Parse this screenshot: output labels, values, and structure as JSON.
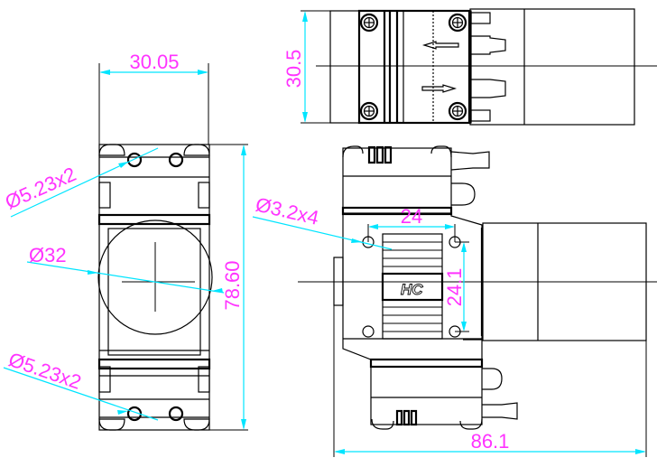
{
  "drawing": {
    "line_color": "#000000",
    "dimension_line_color": "#00e5ff",
    "dimension_text_color": "#ff33ff",
    "views": {
      "top_view": {
        "dimensions": {
          "height": "30.5"
        }
      },
      "front_view": {
        "dimensions": {
          "width": "30.05",
          "height": "78.60",
          "top_holes": "Ø5.23x2",
          "bottom_holes": "Ø5.23x2",
          "head_diameter": "Ø32"
        }
      },
      "side_view": {
        "dimensions": {
          "mount_holes": "Ø3.2x4",
          "hole_spacing_horizontal": "24",
          "hole_spacing_vertical": "24.1",
          "overall_length": "86.1"
        },
        "logo_text": "HC"
      }
    }
  }
}
